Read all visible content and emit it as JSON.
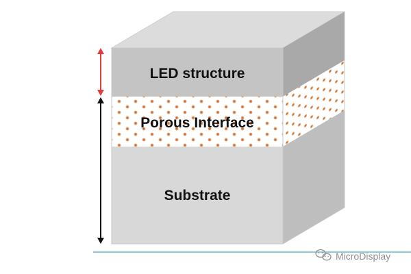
{
  "layers": {
    "top": {
      "label": "LED structure"
    },
    "middle": {
      "label": "Porous Interface"
    },
    "bottom": {
      "label": "Substrate"
    }
  },
  "watermark": {
    "text": "MicroDisplay",
    "icon": "wechat-icon"
  },
  "colors": {
    "front_face": "#d8d8d8",
    "top_face": "#dcdcdc",
    "side_face": "#bfbfbf",
    "led_front": "#c4c4c4",
    "led_side": "#a8a8a8",
    "pore_color": "#c06a2c",
    "red_arrow": "#e23c3c",
    "black_arrow": "#111111",
    "baseline": "#6fb7d6"
  }
}
